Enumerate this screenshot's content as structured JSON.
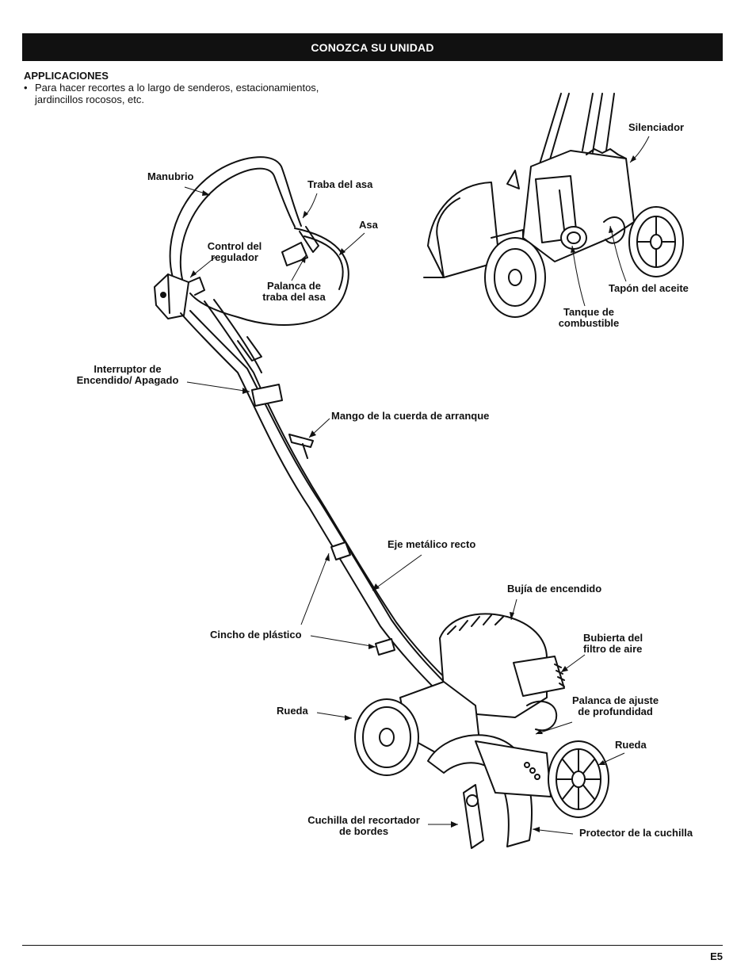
{
  "header": {
    "title": "CONOZCA SU UNIDAD"
  },
  "applications": {
    "title": "APPLICACIONES",
    "bullet_symbol": "•",
    "items": [
      "Para hacer recortes a lo largo de senderos, estacionamientos, jardincillos rocosos, etc."
    ]
  },
  "labels": {
    "silenciador": "Silenciador",
    "manubrio": "Manubrio",
    "traba_asa": "Traba del asa",
    "asa": "Asa",
    "control_regulador": "Control del\nregulador",
    "palanca_traba": "Palanca de\ntraba del asa",
    "tapon_aceite": "Tapón del aceite",
    "tanque_combustible": "Tanque de\ncombustible",
    "interruptor": "Interruptor de\nEncendido/ Apagado",
    "mango_cuerda": "Mango de la cuerda de arranque",
    "eje_metalico": "Eje metálico recto",
    "bujia": "Bujía de encendido",
    "cincho": "Cincho de plástico",
    "filtro_aire": "Bubierta del\nfiltro de aire",
    "rueda_izq": "Rueda",
    "palanca_ajuste": "Palanca de ajuste\nde profundidad",
    "rueda_der": "Rueda",
    "cuchilla": "Cuchilla del recortador\nde bordes",
    "protector": "Protector de la cuchilla"
  },
  "footer": {
    "page": "E5"
  }
}
